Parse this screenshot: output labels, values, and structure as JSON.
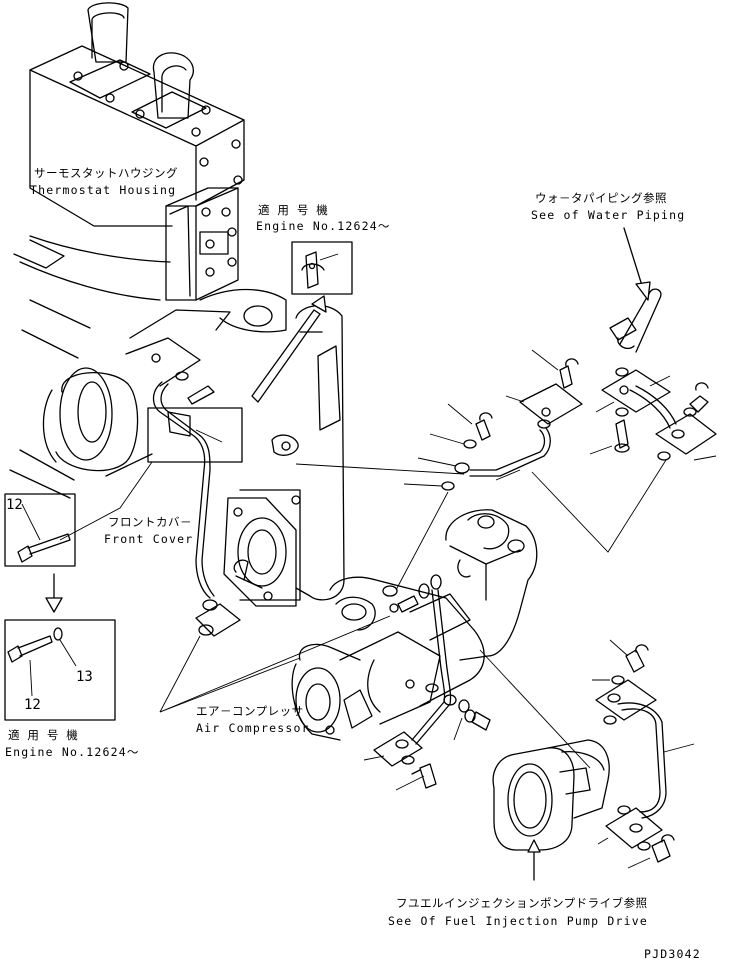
{
  "labels": {
    "thermostat_jp": "サーモスタットハウジング",
    "thermostat_en": "Thermostat Housing",
    "applic_top_jp": "適 用 号 機",
    "applic_top_en": "Engine No.12624～",
    "water_jp": "ウォ－タパイピング参照",
    "water_en": "See of Water Piping",
    "front_jp": "フロントカバ－",
    "front_en": "Front Cover",
    "compressor_jp": "エア－コンプレッサ",
    "compressor_en": "Air Compressor",
    "applic_bottom_jp": "適 用 号 機",
    "applic_bottom_en": "Engine No.12624～",
    "fuel_jp": "フユエルインジェクションポンプドライブ参照",
    "fuel_en": "See Of Fuel Injection Pump Drive",
    "drawing_no": "PJD3042"
  },
  "part_numbers": {
    "old_bolt": "12",
    "new_bolt": "12",
    "new_washer": "13"
  }
}
